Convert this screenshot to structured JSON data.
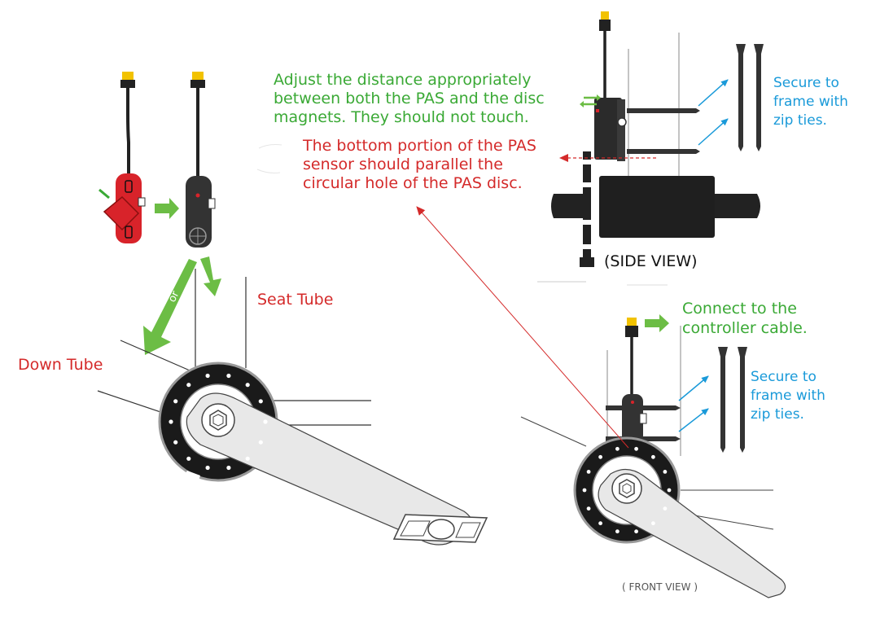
{
  "labels": {
    "adjust_note": [
      "Adjust the distance appropriately",
      "between both the PAS and the disc",
      "magnets. They should not touch."
    ],
    "bottom_note": [
      "The bottom portion of the PAS",
      "sensor should parallel the",
      "circular hole of the PAS disc."
    ],
    "secure_top": [
      "Secure to",
      "frame with",
      "zip ties."
    ],
    "secure_bottom": [
      "Secure to",
      "frame with",
      "zip ties."
    ],
    "connect_note": [
      "Connect to the",
      "controller cable."
    ],
    "side_view": "(SIDE VIEW)",
    "front_view": "( FRONT VIEW )",
    "seat_tube": "Seat Tube",
    "down_tube": "Down Tube",
    "or_label": "or"
  },
  "colors": {
    "note_green": "#3aa935",
    "note_red": "#d42a2a",
    "note_blue": "#1a9ad9",
    "sensor_red": "#d8232a",
    "sensor_dark": "#2b2b2b",
    "connector_yellow": "#f2c200"
  }
}
